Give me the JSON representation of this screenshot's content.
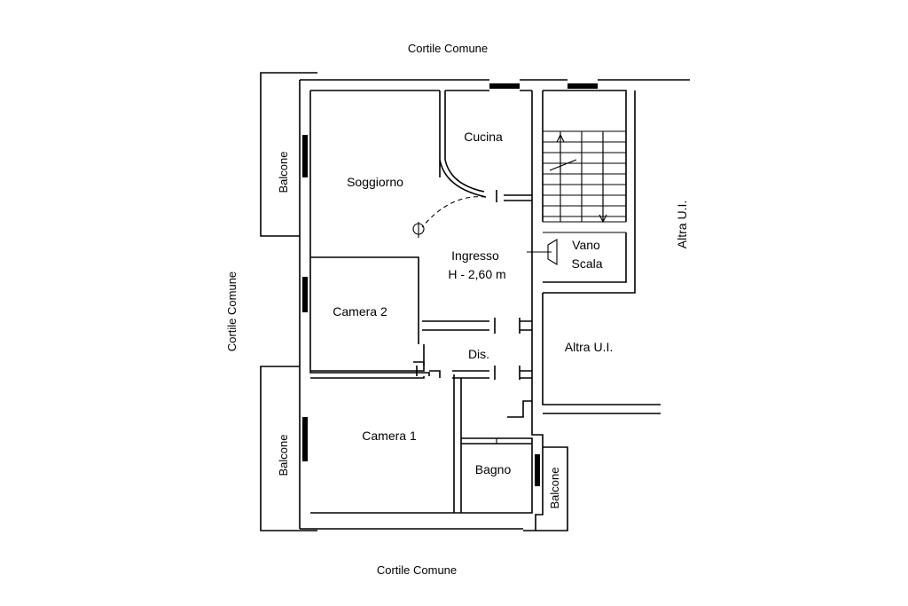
{
  "labels": {
    "court_top": "Cortile Comune",
    "court_bottom": "Cortile Comune",
    "court_left": "Cortile Comune",
    "balcony_top_left": "Balcone",
    "balcony_bottom_left": "Balcone",
    "balcony_right": "Balcone",
    "living": "Soggiorno",
    "kitchen": "Cucina",
    "entry": "Ingresso",
    "entry_height": "H - 2,60 m",
    "bedroom2": "Camera 2",
    "bedroom1": "Camera 1",
    "hallway": "Dis.",
    "bathroom": "Bagno",
    "stair_1": "Vano",
    "stair_2": "Scala",
    "other_unit_right": "Altra U.I.",
    "other_unit_mid": "Altra U.I."
  }
}
